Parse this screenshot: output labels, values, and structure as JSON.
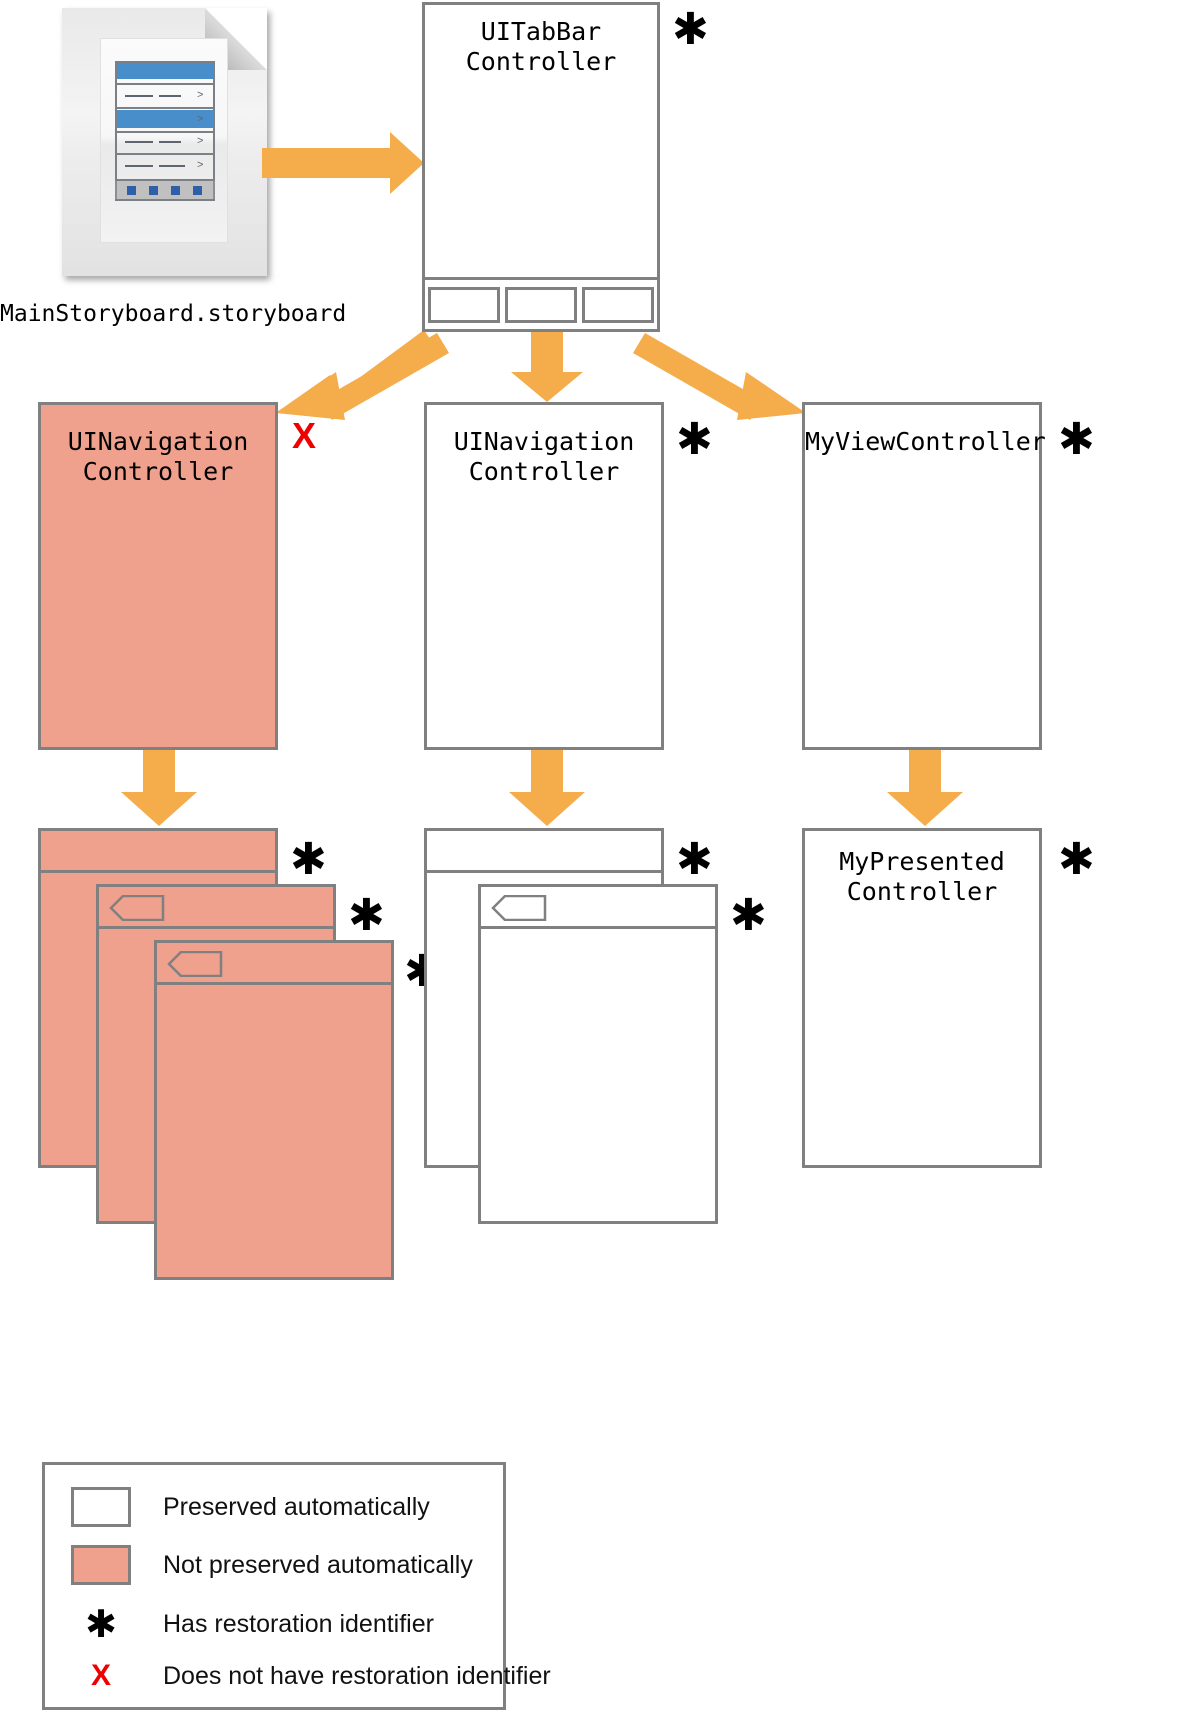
{
  "diagram": {
    "title": "View controller restoration hierarchy",
    "storyboard": {
      "filename": "MainStoryboard.storyboard",
      "icon": "storyboard-document-icon"
    },
    "colors": {
      "arrow": "#F5AC4A",
      "not_preserved_fill": "#F0A18D",
      "preserved_fill": "#FFFFFF",
      "border": "#808080",
      "has_identifier": "#000000",
      "no_identifier": "#EE0000"
    },
    "markers": {
      "star": "✱",
      "x": "X"
    },
    "nodes": {
      "tabbar": {
        "line1": "UITabBar",
        "line2": "Controller",
        "marker": "star",
        "preserved": true,
        "tabs": 3
      },
      "nav_left": {
        "line1": "UINavigation",
        "line2": "Controller",
        "marker": "x",
        "preserved": false
      },
      "nav_mid": {
        "line1": "UINavigation",
        "line2": "Controller",
        "marker": "star",
        "preserved": true
      },
      "myview": {
        "line1": "MyViewController",
        "line2": "",
        "marker": "star",
        "preserved": true
      },
      "mypresented": {
        "line1": "MyPresented",
        "line2": "Controller",
        "marker": "star",
        "preserved": true
      }
    },
    "left_stack": [
      {
        "marker": "star",
        "preserved": false,
        "has_back": false
      },
      {
        "marker": "star",
        "preserved": false,
        "has_back": true
      },
      {
        "marker": "star",
        "preserved": false,
        "has_back": true
      }
    ],
    "mid_stack": [
      {
        "marker": "star",
        "preserved": true,
        "has_back": false
      },
      {
        "marker": "star",
        "preserved": true,
        "has_back": true
      }
    ],
    "legend": {
      "items": [
        {
          "glyph": "swatch-white",
          "label": "Preserved automatically"
        },
        {
          "glyph": "swatch-salmon",
          "label": "Not preserved automatically"
        },
        {
          "glyph": "star",
          "label": "Has restoration identifier"
        },
        {
          "glyph": "x",
          "label": "Does not have restoration identifier"
        }
      ]
    }
  }
}
